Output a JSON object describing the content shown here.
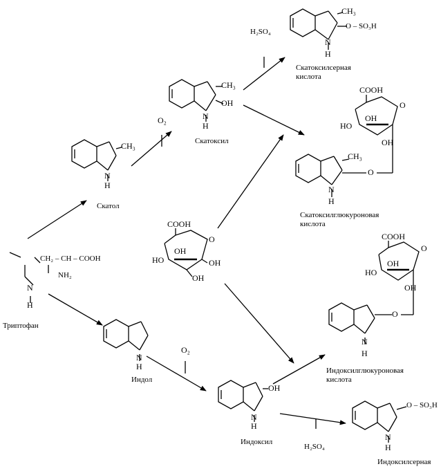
{
  "compounds": {
    "tryptophan": {
      "name": "Триптофан",
      "side_chain": "CH₂ – CH – COOH",
      "amino": "NH₂",
      "ring_n": "N",
      "ring_h": "H"
    },
    "skatole": {
      "name": "Скатол",
      "ch3": "CH₃",
      "n": "N",
      "h": "H"
    },
    "skatoxyl": {
      "name": "Скатоксил",
      "ch3": "CH₃",
      "oh": "OH",
      "n": "N",
      "h": "H"
    },
    "skatoxyl_sulfuric": {
      "name": "Скатоксилсерная кислота",
      "ch3": "CH₃",
      "oso3h": "O – SO₃H",
      "n": "N",
      "h": "H"
    },
    "skatoxyl_glucuronic": {
      "name": "Скатоксилглюкуроновая кислота",
      "ch3": "CH₃",
      "o": "O",
      "n": "N",
      "h": "H",
      "sugar": {
        "cooh": "COOH",
        "o": "O",
        "oh1": "OH",
        "ho": "HO",
        "oh2": "OH"
      }
    },
    "glucuronic_acid": {
      "cooh": "COOH",
      "o": "O",
      "oh1": "OH",
      "ho": "HO",
      "oh2": "OH",
      "oh3": "OH"
    },
    "indole": {
      "name": "Индол",
      "n": "N",
      "h": "H"
    },
    "indoxyl": {
      "name": "Индоксил",
      "oh": "OH",
      "n": "N",
      "h": "H"
    },
    "indoxyl_glucuronic": {
      "name": "Индоксилглюкуроновая кислота",
      "o": "O",
      "n": "N",
      "h": "H",
      "sugar": {
        "cooh": "COOH",
        "o": "O",
        "oh1": "OH",
        "ho": "HO",
        "oh2": "OH"
      }
    },
    "indoxyl_sulfuric": {
      "name": "Индоксилсерная",
      "oso3h": "O – SO₃H",
      "n": "N",
      "h": "H"
    }
  },
  "reagents": {
    "o2_top": "O₂",
    "h2so4_top": "H₂SO₄",
    "o2_bottom": "O₂",
    "h2so4_bottom": "H₂SO₄"
  }
}
